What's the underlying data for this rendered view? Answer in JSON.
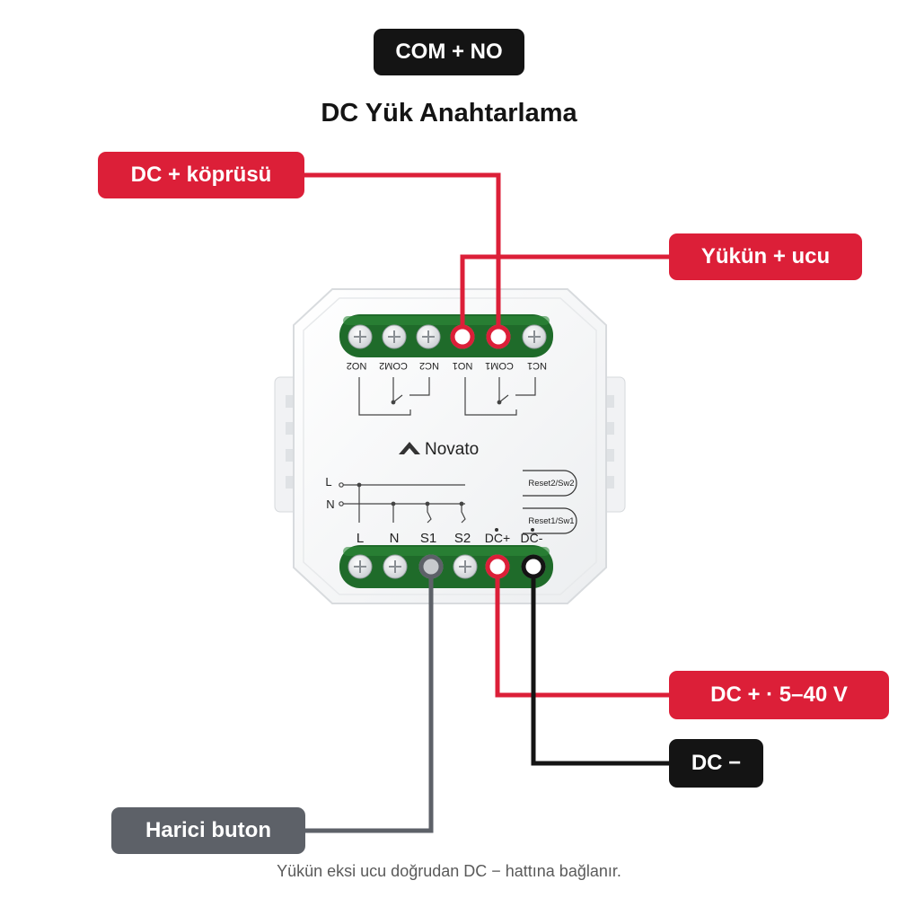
{
  "header_badge": "COM + NO",
  "heading": "DC Yük Anahtarlama",
  "brand": "Novato",
  "labels": {
    "dc_bridge": "DC + köprüsü",
    "load_plus": "Yükün + ucu",
    "dc_supply": "DC + · 5–40 V",
    "dc_minus": "DC −",
    "external_button": "Harici buton"
  },
  "top_terminals": [
    "NO2",
    "COM2",
    "NC2",
    "NO1",
    "COM1",
    "NC1"
  ],
  "bottom_terminals": [
    "L",
    "N",
    "S1",
    "S2",
    "DC+",
    "DC-"
  ],
  "schematic_lines": [
    "L",
    "N"
  ],
  "reset_buttons": [
    "Reset2/Sw2",
    "Reset1/Sw1"
  ],
  "footnote": "Yükün eksi ucu doğrudan DC − hattına bağlanır.",
  "colors": {
    "red": "#dc1f38",
    "dark": "#141414",
    "gray": "#5d6168",
    "terminal_green": "#1f6b2a"
  }
}
